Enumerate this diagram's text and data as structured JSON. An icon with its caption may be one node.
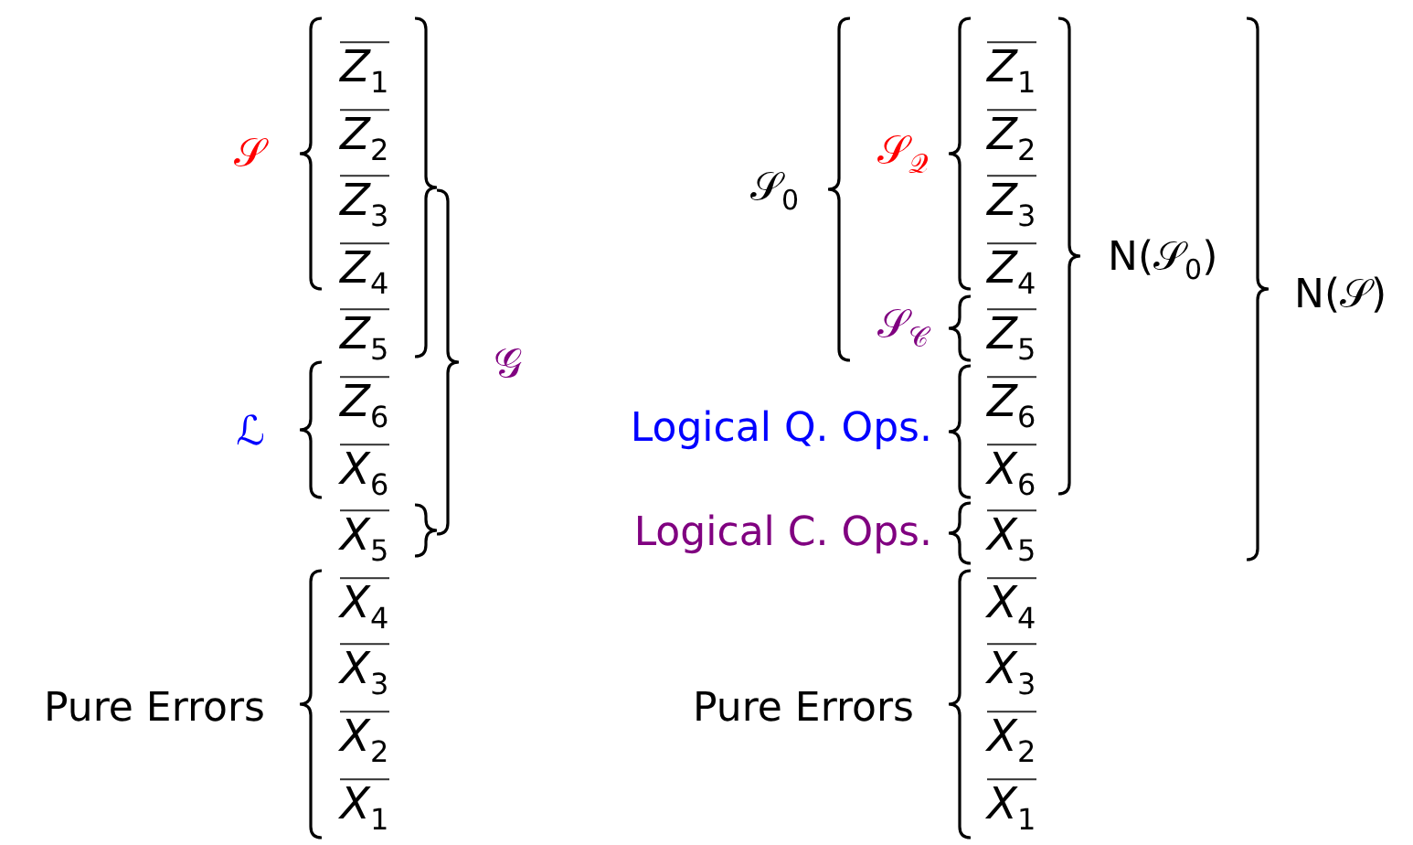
{
  "diagram": {
    "labels": [
      "𝒮",
      "Z$_{1}$",
      "Z$_{2}$",
      "Z$_{3}$",
      "Z$_{4}$",
      "Z$_{5}$",
      "Z$_{6}$",
      "X$_{6}$",
      "X$_{5}$",
      "X$_{4}$",
      "X$_{3}$",
      "X$_{2}$",
      "X$_{1}$",
      "𝒢",
      "ℒ",
      "Pure Errors",
      "𝒮$_{0}$",
      "𝒮$_{𝒬}$",
      "𝒮$_{𝒞}$",
      "Logical Q. Ops.",
      "Logical C. Ops.",
      "Pure Errors",
      "Z$_{1}$",
      "Z$_{2}$",
      "Z$_{3}$",
      "Z$_{4}$",
      "Z$_{5}$",
      "Z$_{6}$",
      "X$_{6}$",
      "X$_{5}$",
      "X$_{4}$",
      "X$_{3}$",
      "X$_{2}$",
      "X$_{1}$",
      "N(𝒮$_{0}$)",
      "N(𝒮)"
    ]
  }
}
